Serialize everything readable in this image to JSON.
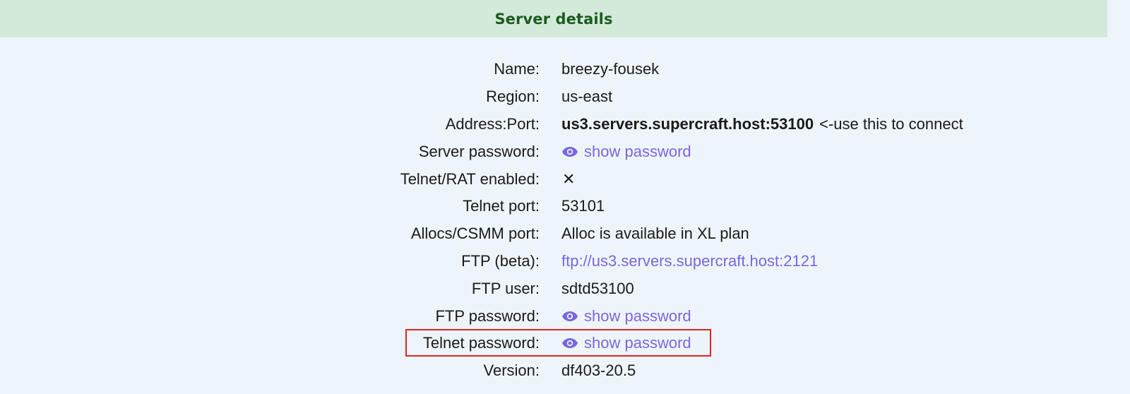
{
  "header": {
    "title": "Server details"
  },
  "rows": [
    {
      "label": "Name:",
      "value": "breezy-fousek"
    },
    {
      "label": "Region:",
      "value": "us-east"
    },
    {
      "label": "Address:Port:",
      "value": "us3.servers.supercraft.host:53100",
      "hint": "<-use this to connect"
    },
    {
      "label": "Server password:",
      "link_text": "show password",
      "icon": "eye-icon"
    },
    {
      "label": "Telnet/RAT enabled:",
      "value": "✕",
      "icon": "x-mark-icon"
    },
    {
      "label": "Telnet port:",
      "value": "53101"
    },
    {
      "label": "Allocs/CSMM port:",
      "value": "Alloc is available in XL plan"
    },
    {
      "label": "FTP (beta):",
      "link_text": "ftp://us3.servers.supercraft.host:2121"
    },
    {
      "label": "FTP user:",
      "value": "sdtd53100"
    },
    {
      "label": "FTP password:",
      "link_text": "show password",
      "icon": "eye-icon"
    },
    {
      "label": "Telnet password:",
      "link_text": "show password",
      "icon": "eye-icon"
    },
    {
      "label": "Version:",
      "value": "df403-20.5"
    }
  ],
  "colors": {
    "header_bg": "#d3eadb",
    "header_text": "#1a5c1e",
    "body_bg": "#eef5fa",
    "link": "#7a66e0",
    "highlight": "#e0241f"
  }
}
